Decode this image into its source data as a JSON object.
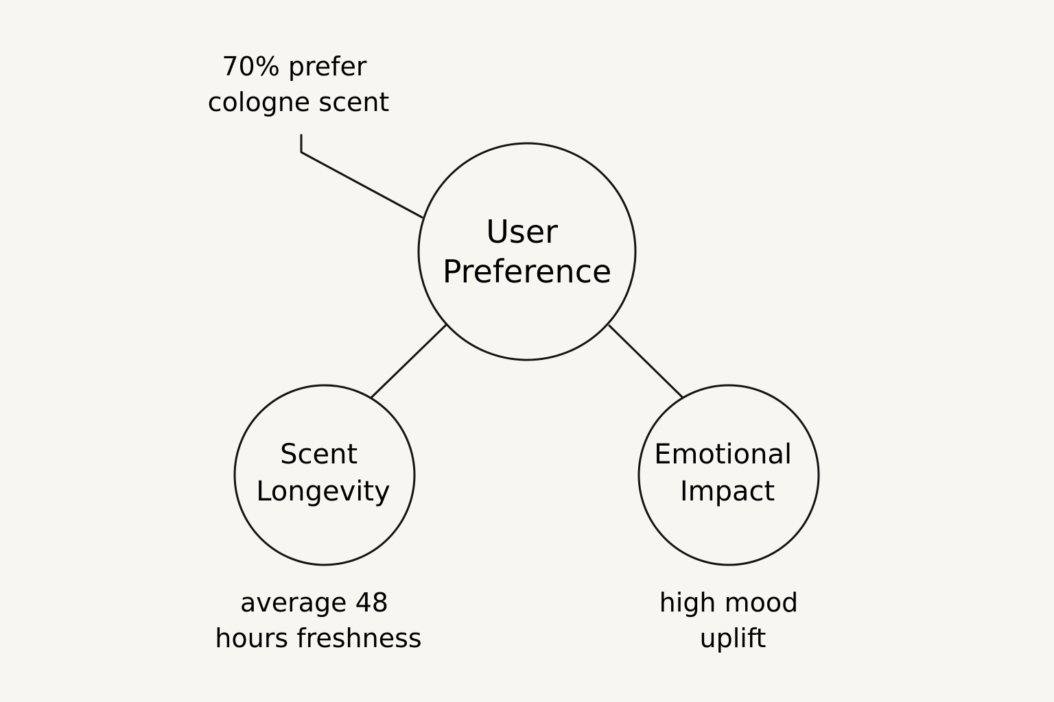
{
  "colors": {
    "background": "#f8f6f1",
    "stroke": "#141414",
    "text": "#141414"
  },
  "nodes": {
    "center": {
      "line1": "User",
      "line2": "Preference"
    },
    "left": {
      "line1": "Scent",
      "line2": "Longevity"
    },
    "right": {
      "line1": "Emotional",
      "line2": "Impact"
    }
  },
  "annotations": {
    "top": {
      "line1": "70% prefer",
      "line2": "cologne scent"
    },
    "left": {
      "line1": "average 48",
      "line2": "hours freshness"
    },
    "right": {
      "line1": "high mood",
      "line2": "uplift"
    }
  }
}
